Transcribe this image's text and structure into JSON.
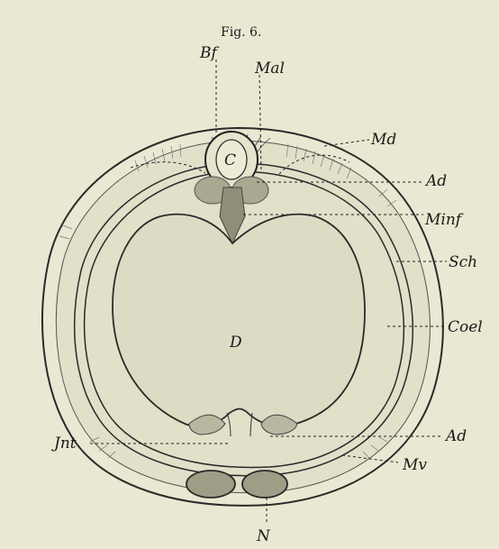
{
  "figure": {
    "title": "Fig. 6.",
    "labels": {
      "bf": "Bf",
      "mal": "Mal",
      "md": "Md",
      "c": "C",
      "ad_upper": "Ad",
      "minf": "Minf",
      "sch": "Sch",
      "coel": "Coel",
      "d": "D",
      "jnt": "Jnt",
      "ad_lower": "Ad",
      "mv": "Mv",
      "n": "N"
    }
  }
}
